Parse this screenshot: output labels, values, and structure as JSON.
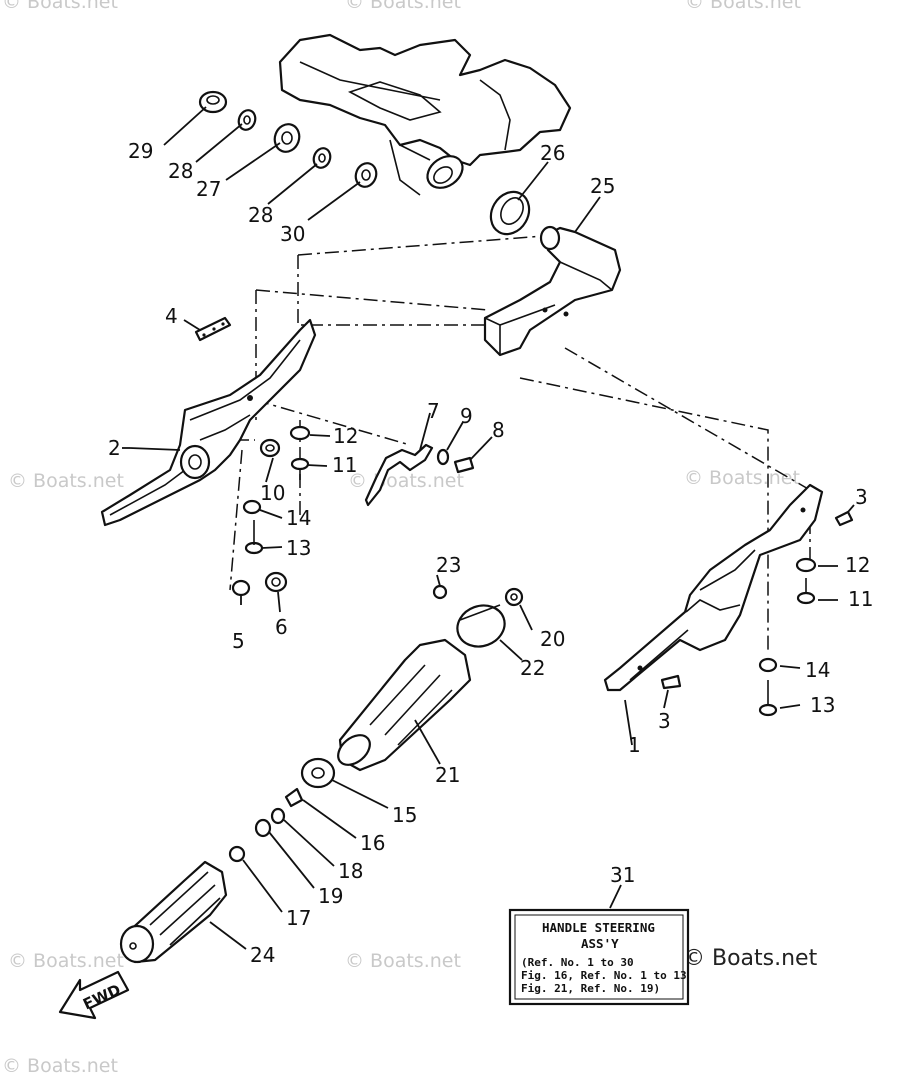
{
  "diagram": {
    "callouts": [
      "1",
      "2",
      "3",
      "3",
      "4",
      "5",
      "6",
      "7",
      "8",
      "9",
      "10",
      "11",
      "11",
      "12",
      "12",
      "13",
      "13",
      "14",
      "14",
      "15",
      "16",
      "17",
      "18",
      "19",
      "20",
      "21",
      "22",
      "23",
      "24",
      "25",
      "26",
      "27",
      "28",
      "28",
      "29",
      "30",
      "31"
    ],
    "label_plate": {
      "title_line1": "HANDLE STEERING",
      "title_line2": "ASS'Y",
      "ref_line1": "(Ref. No. 1 to 30",
      "ref_line2": "Fig. 16, Ref. No. 1 to 13",
      "ref_line3": "Fig. 21, Ref. No. 19)"
    },
    "fwd_arrow": "FWD",
    "watermarks": [
      "© Boats.net",
      "© Boats.net",
      "© Boats.net",
      "© Boats.net",
      "© Boats.net",
      "© Boats.net",
      "© Boats.net",
      "© Boats.net",
      "© Boats.net",
      "© Boats.net"
    ]
  }
}
